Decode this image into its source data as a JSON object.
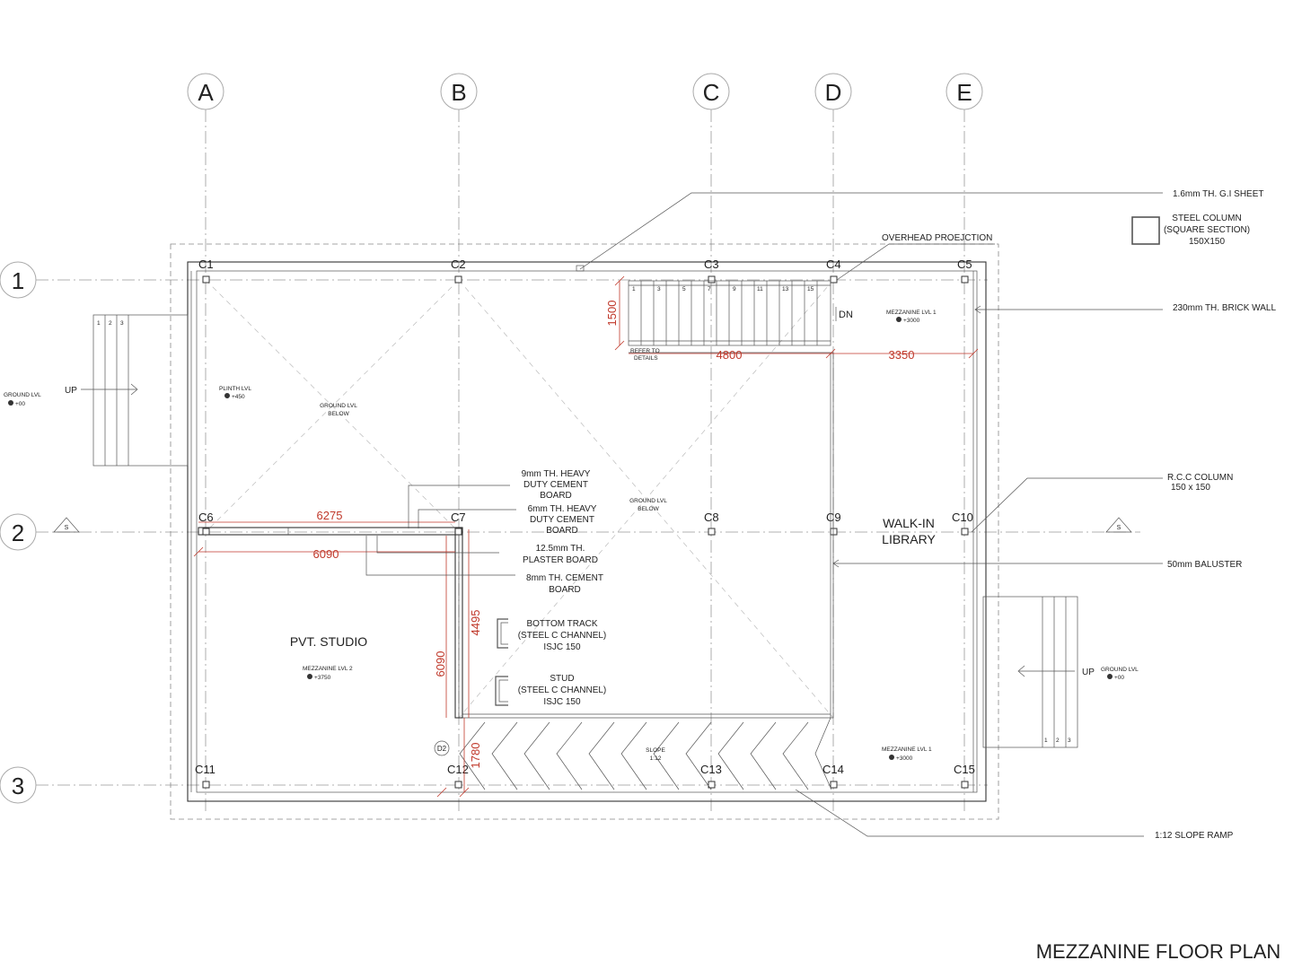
{
  "title": "MEZZANINE FLOOR PLAN",
  "grid": {
    "columns": [
      "A",
      "B",
      "C",
      "D",
      "E"
    ],
    "rows": [
      "1",
      "2",
      "3"
    ]
  },
  "column_tags": {
    "c1": "C1",
    "c2": "C2",
    "c3": "C3",
    "c4": "C4",
    "c5": "C5",
    "c6": "C6",
    "c7": "C7",
    "c8": "C8",
    "c9": "C9",
    "c10": "C10",
    "c11": "C11",
    "c12": "C12",
    "c13": "C13",
    "c14": "C14",
    "c15": "C15"
  },
  "rooms": {
    "studio": "PVT. STUDIO",
    "library_line1": "WALK-IN",
    "library_line2": "LIBRARY"
  },
  "levels": {
    "ground_left_name": "GROUND LVL",
    "ground_left_value": "+00",
    "plinth_name": "PLINTH LVL",
    "plinth_value": "+450",
    "mezz1_top_name": "MEZZANINE LVL 1",
    "mezz1_top_value": "+3000",
    "mezz2_name": "MEZZANINE LVL 2",
    "mezz2_value": "+3750",
    "mezz1_bottom_name": "MEZZANINE LVL 1",
    "mezz1_bottom_value": "+3000",
    "ground_right_name": "GROUND LVL",
    "ground_right_value": "+00"
  },
  "notes": {
    "ground_below_line1": "GROUND LVL",
    "ground_below_line2": "BELOW",
    "up": "UP",
    "dn": "DN",
    "refer_line1": "REFER TO",
    "refer_line2": "DETAILS",
    "slope_line1": "SLOPE",
    "slope_line2": "1:12",
    "door": "D2",
    "section_mark": "S"
  },
  "callouts": {
    "gi_sheet": "1.6mm TH. G.I SHEET",
    "steel_col_line1": "STEEL COLUMN",
    "steel_col_line2": "(SQUARE SECTION)",
    "steel_col_line3": "150X150",
    "overhead": "OVERHEAD PROEJCTION",
    "brick_wall": "230mm TH. BRICK WALL",
    "rcc_line1": "R.C.C COLUMN",
    "rcc_line2": "150 x 150",
    "baluster": "50mm BALUSTER",
    "ramp": "1:12 SLOPE RAMP",
    "board9_line1": "9mm TH. HEAVY",
    "board9_line2": "DUTY CEMENT",
    "board9_line3": "BOARD",
    "board6_line1": "6mm TH. HEAVY",
    "board6_line2": "DUTY CEMENT",
    "board6_line3": "BOARD",
    "plaster_line1": "12.5mm TH.",
    "plaster_line2": "PLASTER BOARD",
    "cement8_line1": "8mm TH. CEMENT",
    "cement8_line2": "BOARD",
    "track_line1": "BOTTOM TRACK",
    "track_line2": "(STEEL C CHANNEL)",
    "track_line3": "ISJC 150",
    "stud_line1": "STUD",
    "stud_line2": "(STEEL C CHANNEL)",
    "stud_line3": "ISJC 150"
  },
  "dimensions": {
    "stair_width": "1500",
    "stair_length": "4800",
    "landing": "3350",
    "partition_top": "6275",
    "partition_bottom": "6090",
    "partition_height_inner": "4495",
    "partition_height_outer": "6090",
    "ramp_width": "1780"
  },
  "stair_numbers": {
    "top": [
      "1",
      "3",
      "5",
      "7",
      "9",
      "11",
      "13",
      "15"
    ],
    "steps_left": [
      "1",
      "2",
      "3"
    ],
    "steps_right": [
      "1",
      "2",
      "3"
    ]
  }
}
